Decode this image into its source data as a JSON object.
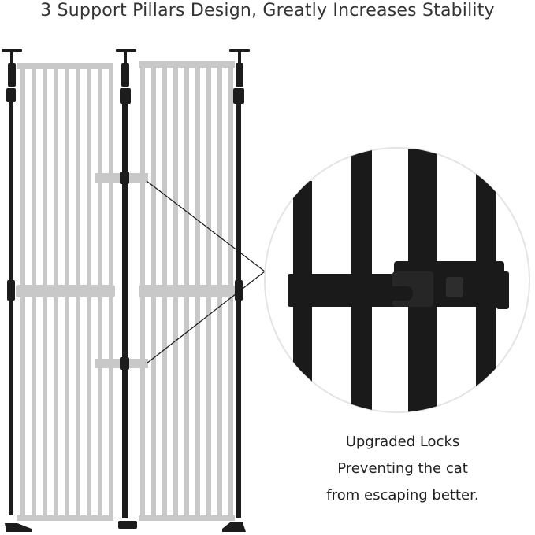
{
  "headline": "3 Support Pillars Design, Greatly Increases Stability",
  "caption": {
    "line1": "Upgraded Locks",
    "line2": "Preventing the cat",
    "line3": "from escaping better."
  },
  "colors": {
    "gate_panel": "#c8c8c8",
    "pillar": "#1c1c1c",
    "text": "#333333",
    "zoom_background": "#ffffff",
    "zoom_border": "#e4e4e4"
  },
  "icons": [
    "pillar-icon",
    "gate-panel-icon",
    "lock-icon",
    "zoom-magnifier-icon"
  ]
}
